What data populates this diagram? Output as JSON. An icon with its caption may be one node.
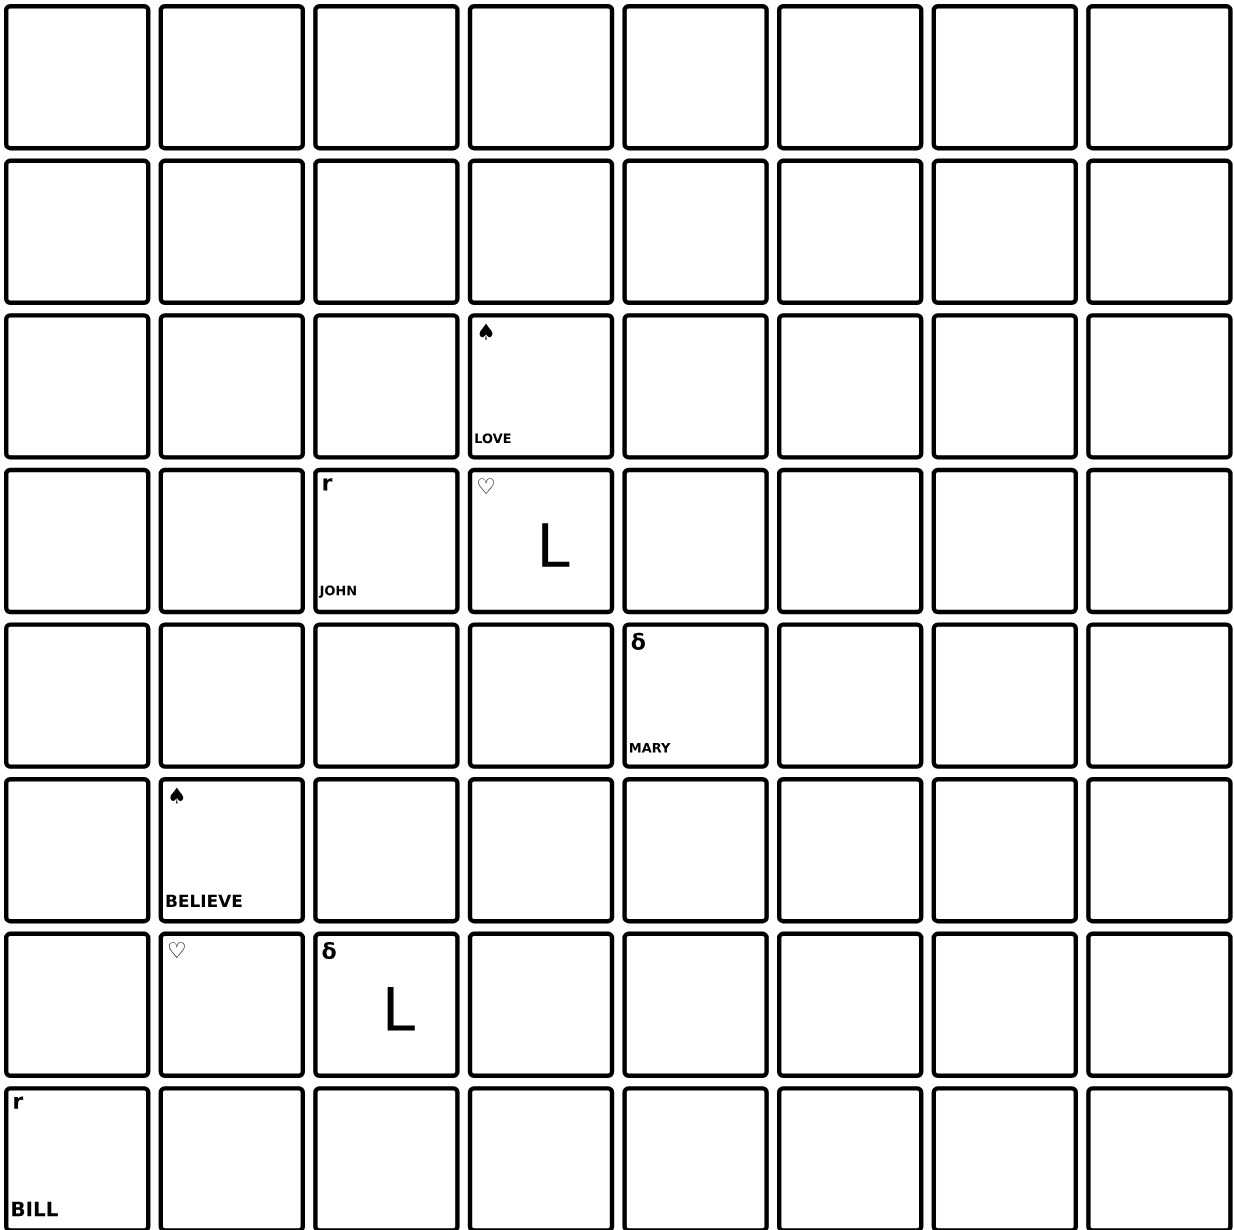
{
  "diagram": {
    "nodes": [
      {
        "text": [],
        "shape": "box"
      },
      {
        "text": [],
        "shape": "box"
      },
      {
        "text": [],
        "shape": "box"
      },
      {
        "text": [],
        "shape": "box"
      },
      {
        "text": [],
        "shape": "box"
      },
      {
        "text": [],
        "shape": "box"
      },
      {
        "text": [],
        "shape": "box"
      },
      {
        "text": [],
        "shape": "box"
      },
      {
        "text": [],
        "shape": "box"
      },
      {
        "text": [],
        "shape": "box"
      },
      {
        "text": [],
        "shape": "box"
      },
      {
        "text": [],
        "shape": "box"
      },
      {
        "text": [],
        "shape": "box"
      },
      {
        "text": [],
        "shape": "box"
      },
      {
        "text": [],
        "shape": "box"
      },
      {
        "text": [],
        "shape": "box"
      },
      {
        "text": [],
        "shape": "box"
      },
      {
        "text": [],
        "shape": "box"
      },
      {
        "text": [],
        "shape": "box"
      },
      {
        "text": [
          "♠",
          "LOVE"
        ]
      },
      {
        "text": [],
        "shape": "box"
      },
      {
        "text": [],
        "shape": "box"
      },
      {
        "text": [],
        "shape": "box"
      },
      {
        "text": [],
        "shape": "box"
      },
      {
        "text": [],
        "shape": "box"
      },
      {
        "text": [],
        "shape": "box"
      },
      {
        "text": [
          "r",
          "JOHN"
        ]
      },
      {
        "text": [
          "♡",
          "L"
        ]
      },
      {
        "text": [],
        "shape": "box"
      },
      {
        "text": [],
        "shape": "box"
      },
      {
        "text": [],
        "shape": "box"
      },
      {
        "text": [],
        "shape": "box"
      },
      {
        "text": [],
        "shape": "box"
      },
      {
        "text": [],
        "shape": "box"
      },
      {
        "text": [],
        "shape": "box"
      },
      {
        "text": [],
        "shape": "box"
      },
      {
        "text": [
          "δ",
          "MARY"
        ]
      },
      {
        "text": [],
        "shape": "box"
      },
      {
        "text": [],
        "shape": "box"
      },
      {
        "text": [],
        "shape": "box"
      },
      {
        "text": [],
        "shape": "box"
      },
      {
        "text": [
          "♠",
          "BELIEVE"
        ]
      },
      {
        "text": [],
        "shape": "box"
      },
      {
        "text": [],
        "shape": "box"
      },
      {
        "text": [],
        "shape": "box"
      },
      {
        "text": [],
        "shape": "box"
      },
      {
        "text": [],
        "shape": "box"
      },
      {
        "text": [],
        "shape": "box"
      },
      {
        "text": [],
        "shape": "box"
      },
      {
        "text": [
          "♡"
        ]
      },
      {
        "text": [
          "δ",
          "L"
        ]
      },
      {
        "text": [],
        "shape": "box"
      },
      {
        "text": [],
        "shape": "box"
      },
      {
        "text": [],
        "shape": "box"
      },
      {
        "text": [],
        "shape": "box"
      },
      {
        "text": [],
        "shape": "box"
      },
      {
        "text": [
          "r",
          "BILL"
        ]
      },
      {
        "text": [],
        "shape": "box"
      },
      {
        "text": [],
        "shape": "box"
      },
      {
        "text": [],
        "shape": "box"
      },
      {
        "text": [],
        "shape": "box"
      },
      {
        "text": [],
        "shape": "box"
      },
      {
        "text": [],
        "shape": "box"
      },
      {
        "text": [],
        "shape": "box"
      }
    ]
  }
}
